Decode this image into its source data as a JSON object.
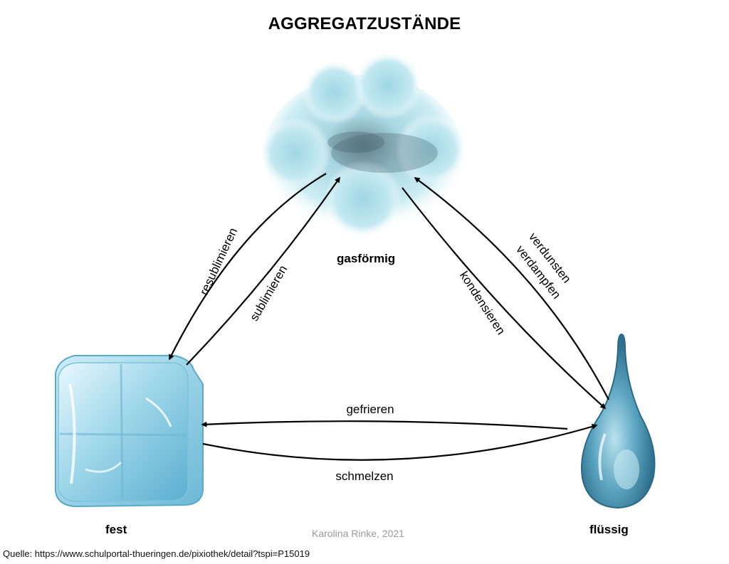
{
  "title": "AGGREGATZUSTÄNDE",
  "states": {
    "gas": "gasförmig",
    "solid": "fest",
    "liquid": "flüssig"
  },
  "transitions": {
    "resublimieren": "resublimieren",
    "sublimieren": "sublimieren",
    "kondensieren": "kondensieren",
    "verdunsten": "verdunsten",
    "verdampfen": "verdampfen",
    "gefrieren": "gefrieren",
    "schmelzen": "schmelzen"
  },
  "credit": "Karolina Rinke, 2021",
  "source": "Quelle: https://www.schulportal-thueringen.de/pixiothek/detail?tspi=P15019",
  "colors": {
    "ice": "#8fd0e6",
    "water": "#4a97b8",
    "cloud": "#a9dbe6",
    "arrow": "#000000"
  }
}
